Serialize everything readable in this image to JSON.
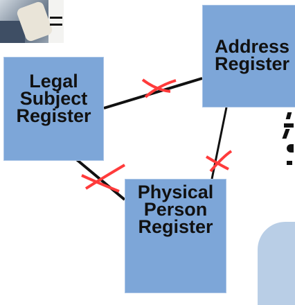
{
  "registers": {
    "legal_subject": "Legal\nSubject\nRegister",
    "address": "Address\nRegister",
    "physical_person": "Physical\nPerson\nRegister"
  },
  "colors": {
    "register_fill": "#7da6d8",
    "link_line": "#111111",
    "broken_mark": "#ff3b3b"
  },
  "icons": {
    "photo": "hand-writing-photo",
    "cross": "broken-link-cross"
  },
  "links": [
    {
      "from": "legal_subject",
      "to": "address",
      "status": "broken"
    },
    {
      "from": "address",
      "to": "physical_person",
      "status": "broken"
    },
    {
      "from": "legal_subject",
      "to": "physical_person",
      "status": "broken"
    }
  ]
}
